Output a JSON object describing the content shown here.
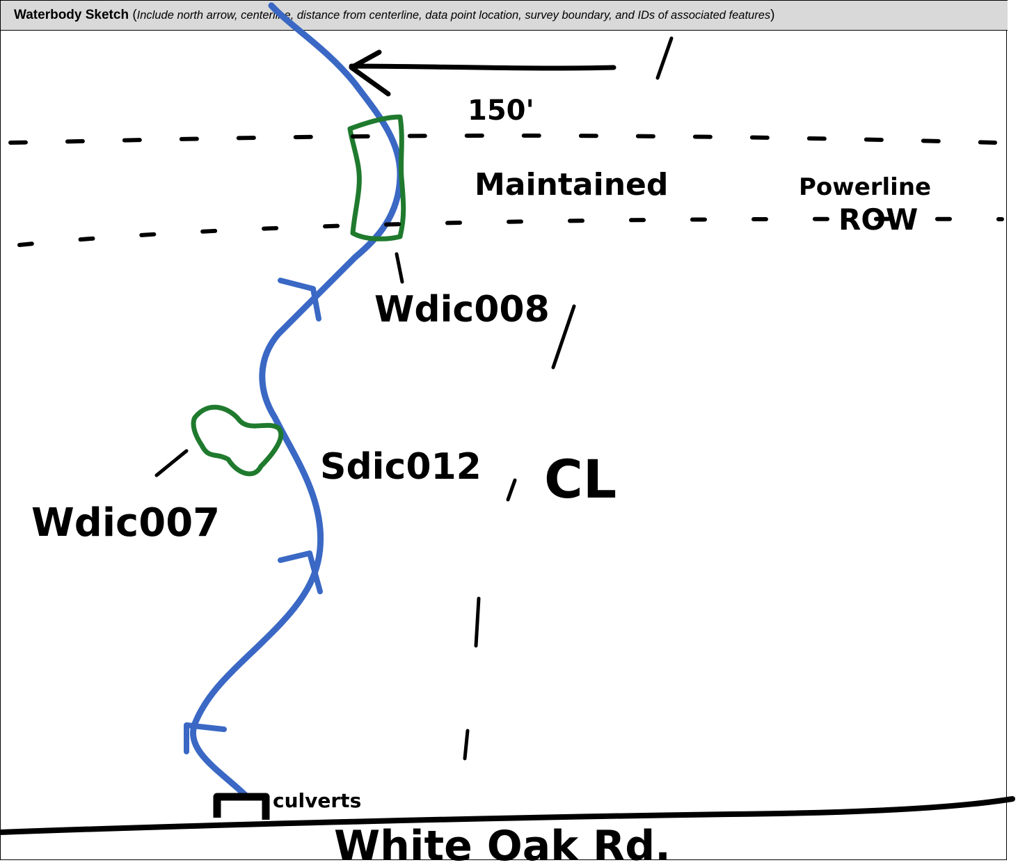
{
  "header": {
    "title": "Waterbody Sketch",
    "paren_open": " (",
    "instructions": "Include north arrow,  centerline, distance  from centerline, data point location,  survey boundary, and IDs of associated features",
    "paren_close": ")"
  },
  "sketch": {
    "distance_label": "150'",
    "row_label_1": "Maintained",
    "row_label_2": "Powerline",
    "row_label_3": "ROW",
    "wetland_upper_id": "Wdic008",
    "wetland_lower_id": "Wdic007",
    "stream_id": "Sdic012",
    "centerline_label": "CL",
    "culvert_label": "culverts",
    "road_label": "White Oak Rd.",
    "colors": {
      "stream": "#3a68c4",
      "wetland": "#1f7a2e",
      "ink": "#000000",
      "header_bg": "#d9d9d9"
    }
  }
}
